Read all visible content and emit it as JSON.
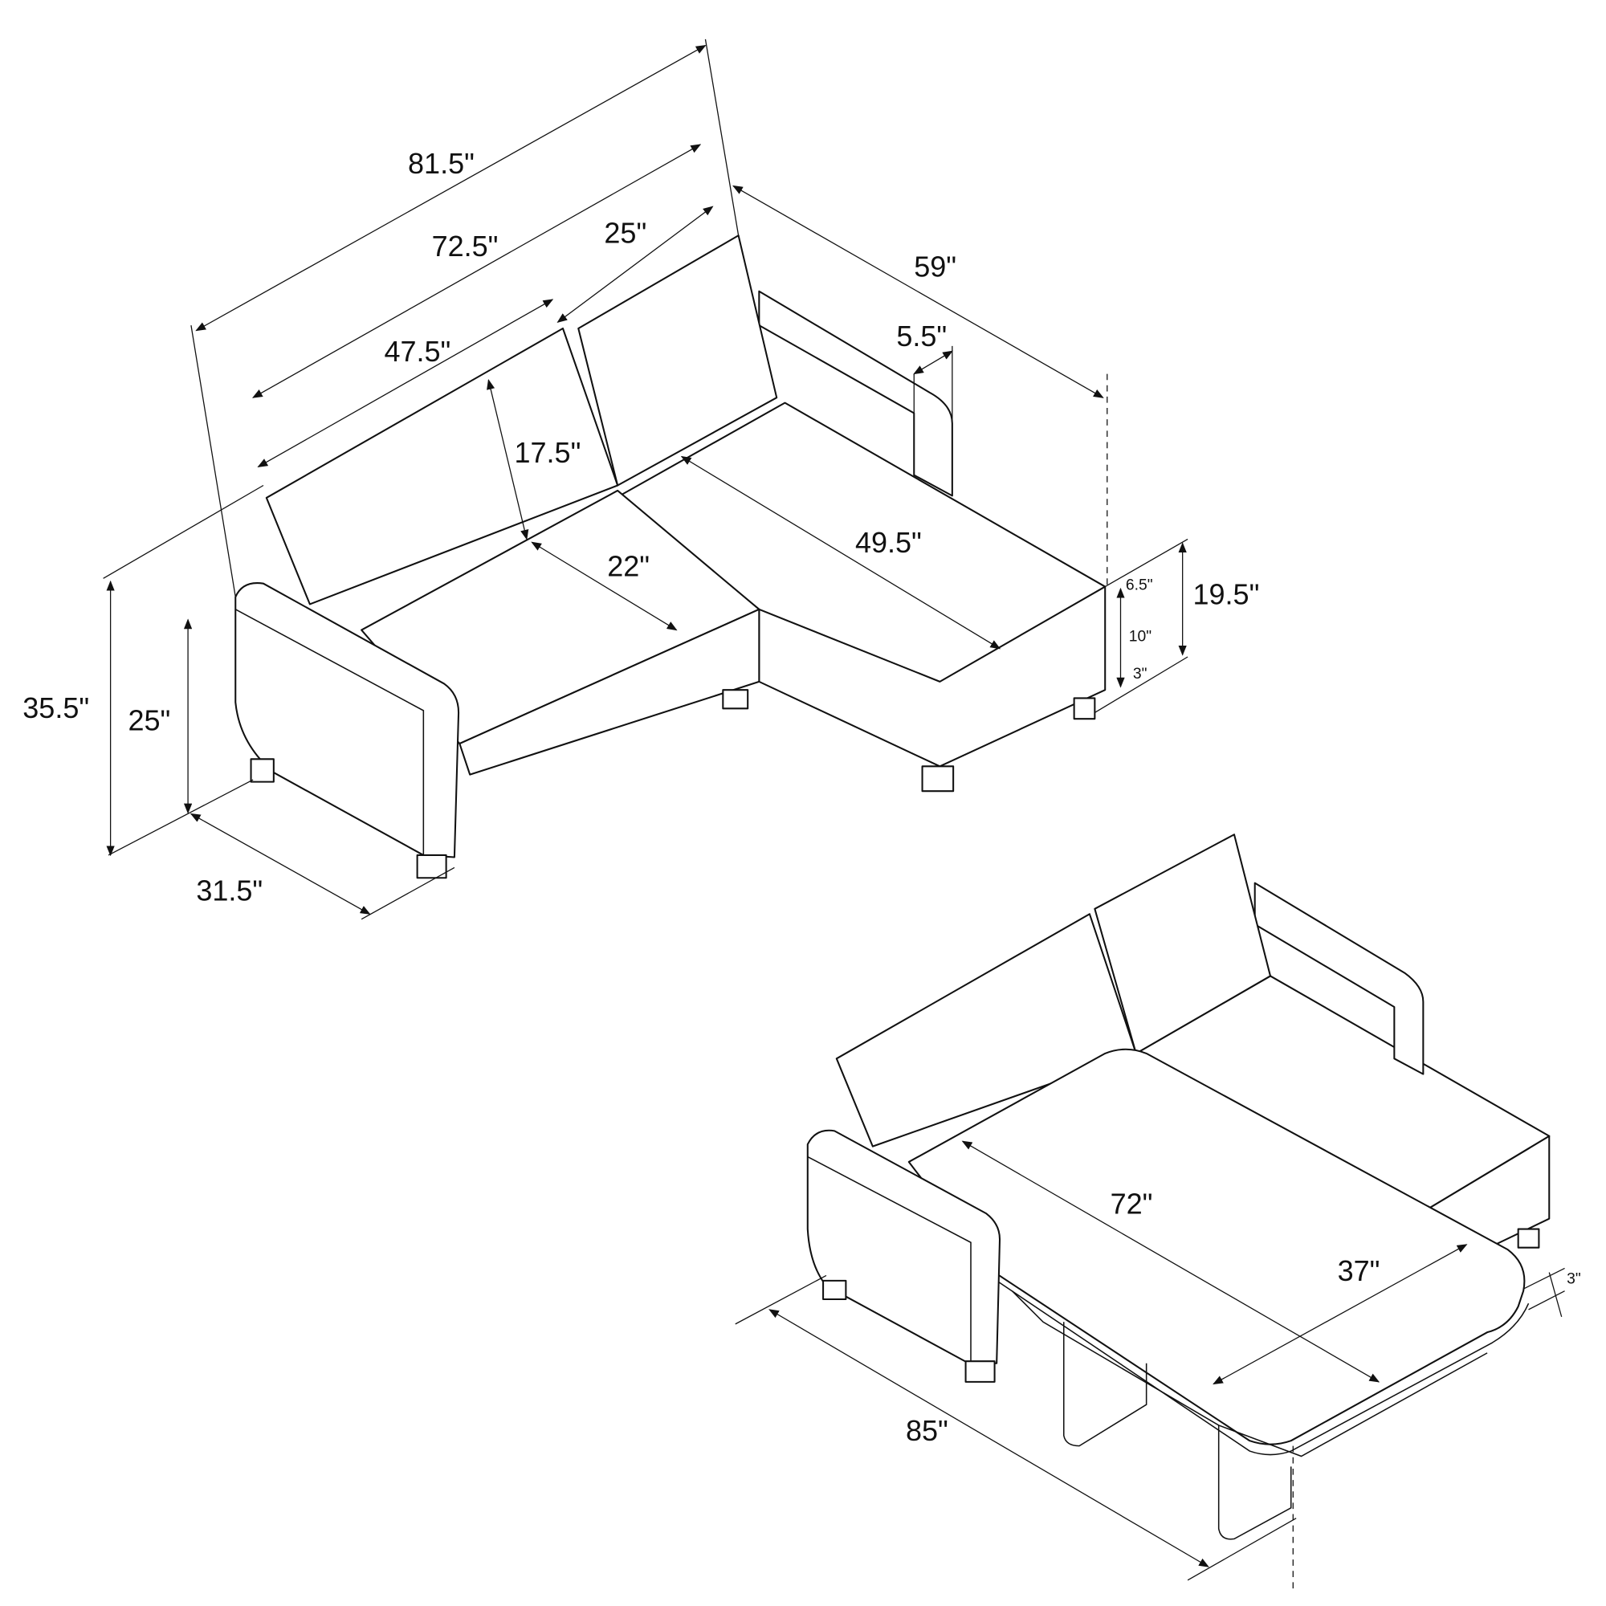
{
  "dimensions": {
    "overall_width": "81.5\"",
    "back_width": "72.5\"",
    "chaise_back_width": "25\"",
    "loveseat_back_width": "47.5\"",
    "chaise_length": "59\"",
    "arm_width": "5.5\"",
    "back_height": "17.5\"",
    "seat_depth": "22\"",
    "chaise_seat_length": "49.5\"",
    "seat_height": "19.5\"",
    "cushion_thickness": "6.5\"",
    "base_height": "10\"",
    "leg_height": "3\"",
    "overall_height": "35.5\"",
    "arm_height": "25\"",
    "overall_depth": "31.5\"",
    "bed_length": "72\"",
    "bed_width": "37\"",
    "mattress_thickness": "3\"",
    "bed_open_length": "85\""
  }
}
